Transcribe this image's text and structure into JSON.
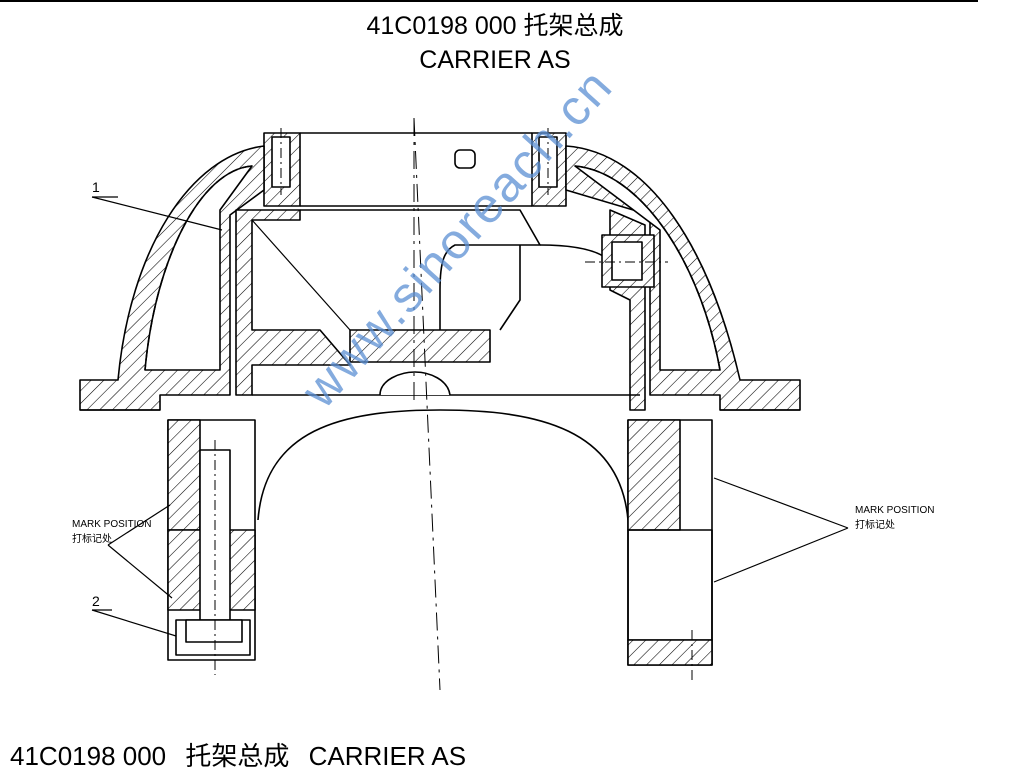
{
  "header": {
    "title_zh": "41C0198 000  托架总成",
    "title_en": "CARRIER AS"
  },
  "callouts": {
    "part_1": "1",
    "part_2": "2",
    "mark_left_en": "MARK POSITION",
    "mark_left_zh": "打标记处",
    "mark_right_en": "MARK POSITION",
    "mark_right_zh": "打标记处"
  },
  "watermark": "www.sinoreach.cn",
  "caption": {
    "code": "41C0198 000",
    "name_zh": "托架总成",
    "name_en": "CARRIER AS"
  }
}
